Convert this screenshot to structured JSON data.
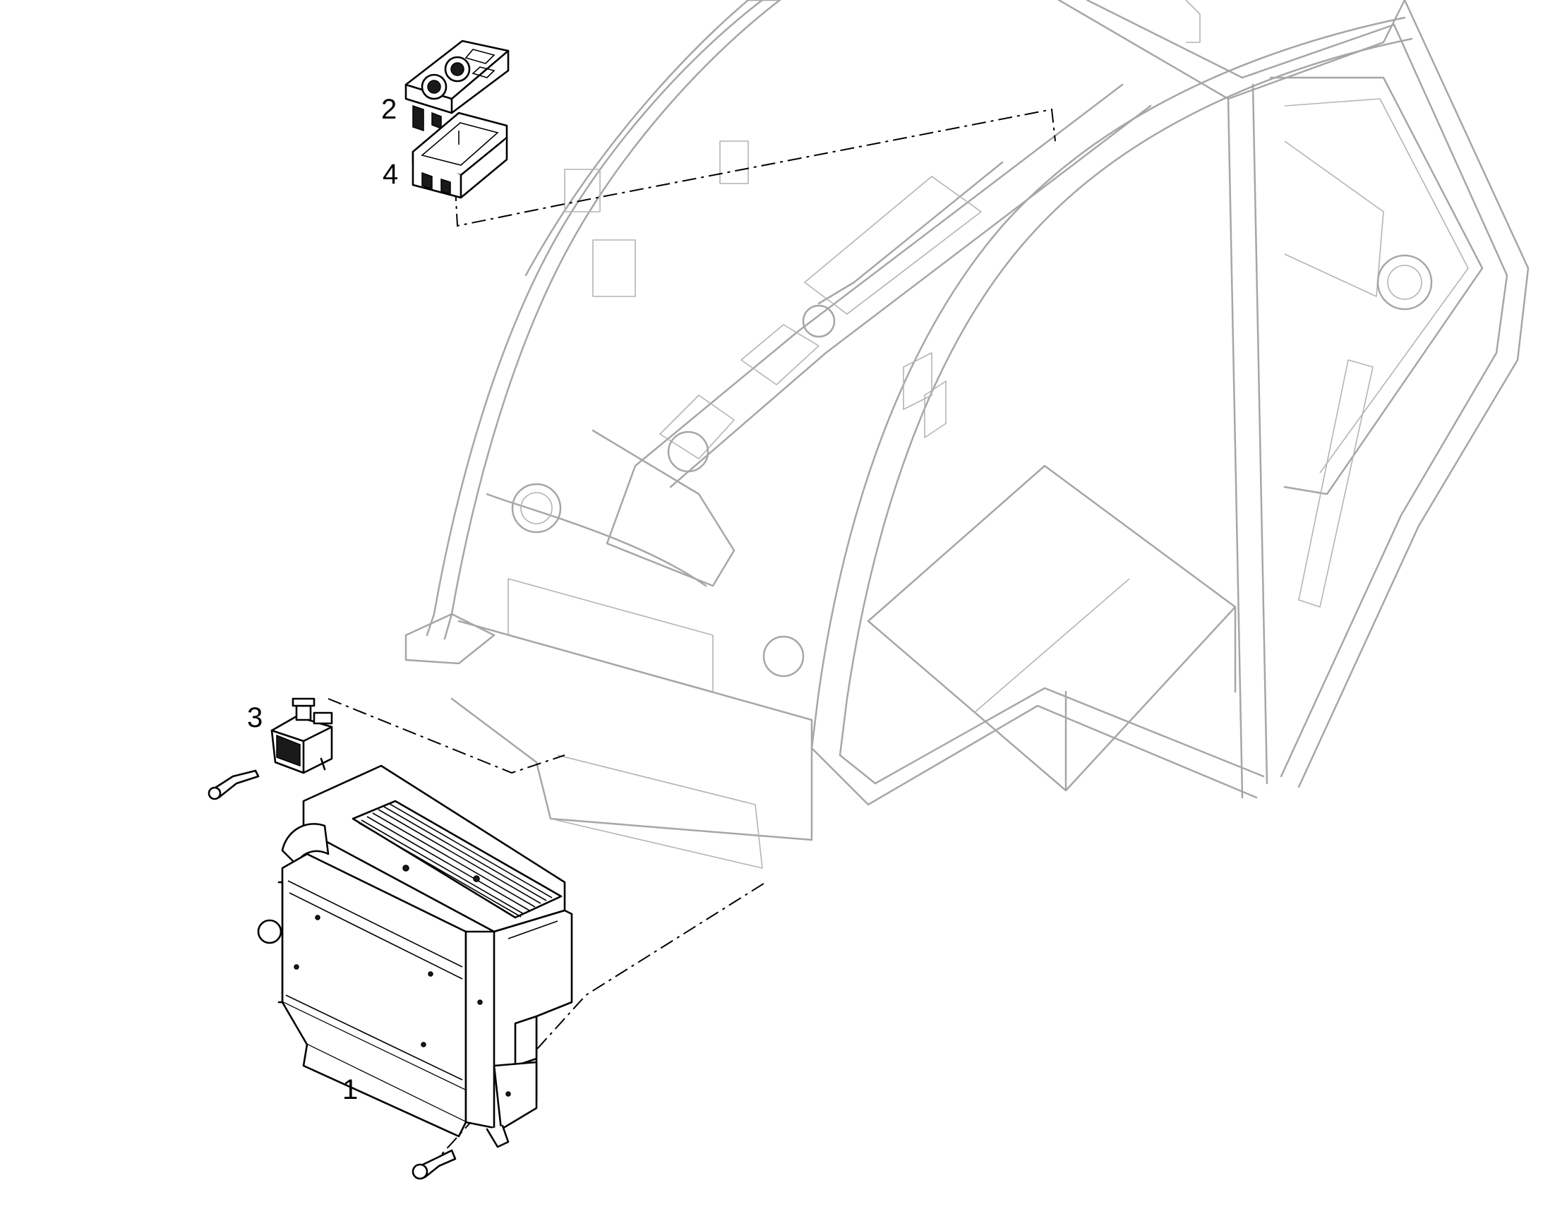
{
  "callouts": {
    "heater_unit": "1",
    "control_panel": "2",
    "valve": "3",
    "panel_frame": "4"
  },
  "colors": {
    "cab_outline": "#a6a6a6",
    "part_outline": "#000000",
    "background": "#ffffff"
  }
}
